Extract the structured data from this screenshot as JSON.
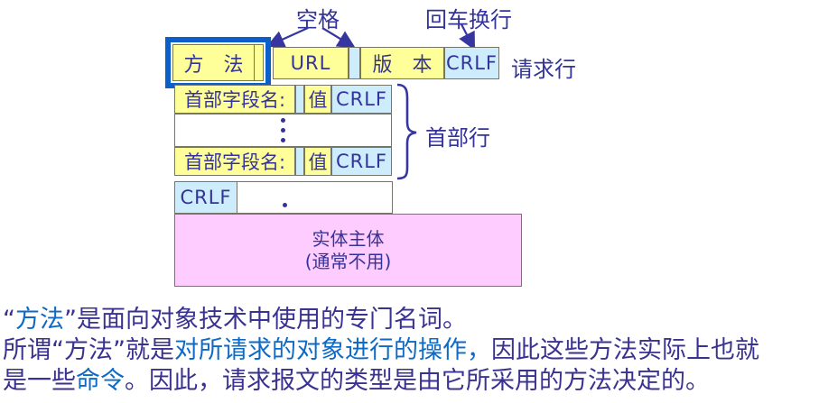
{
  "colors": {
    "box_yellow": "#ffff99",
    "box_light_blue": "#cdecfc",
    "box_pink": "#ffccff",
    "highlight_border_blue": "#0a60c8",
    "diagram_text": "#333399",
    "box_border": "#75756a",
    "note_text_dark": "#3a3291",
    "note_text_blue": "#0e6ac4"
  },
  "diagram": {
    "annotation_space": "空格",
    "annotation_crlf": "回车换行",
    "request_line": {
      "method": "方　法",
      "url": "URL",
      "version": "版　本",
      "crlf": "CRLF",
      "label": "请求行"
    },
    "header_line": {
      "name": "首部字段名:",
      "value": "值",
      "crlf": "CRLF"
    },
    "header_brace_label": "首部行",
    "blank_line_crlf": "CRLF",
    "entity_body": {
      "title": "实体主体",
      "note": "(通常不用)"
    }
  },
  "notes": {
    "line1": [
      {
        "text": "“",
        "style": "dark"
      },
      {
        "text": "方法",
        "style": "blue"
      },
      {
        "text": "”是面向对象技术中使用的专门名词。",
        "style": "dark"
      }
    ],
    "line2": [
      {
        "text": "所谓“方法”就是",
        "style": "dark"
      },
      {
        "text": "对所请求的对象进行的操作，",
        "style": "blue"
      },
      {
        "text": "因此这些方法实际上也就",
        "style": "dark"
      }
    ],
    "line3": [
      {
        "text": "是一些",
        "style": "dark"
      },
      {
        "text": "命令",
        "style": "blue"
      },
      {
        "text": "。因此，请求报文的类型是由它所采用的方法决定的。",
        "style": "dark"
      }
    ]
  }
}
